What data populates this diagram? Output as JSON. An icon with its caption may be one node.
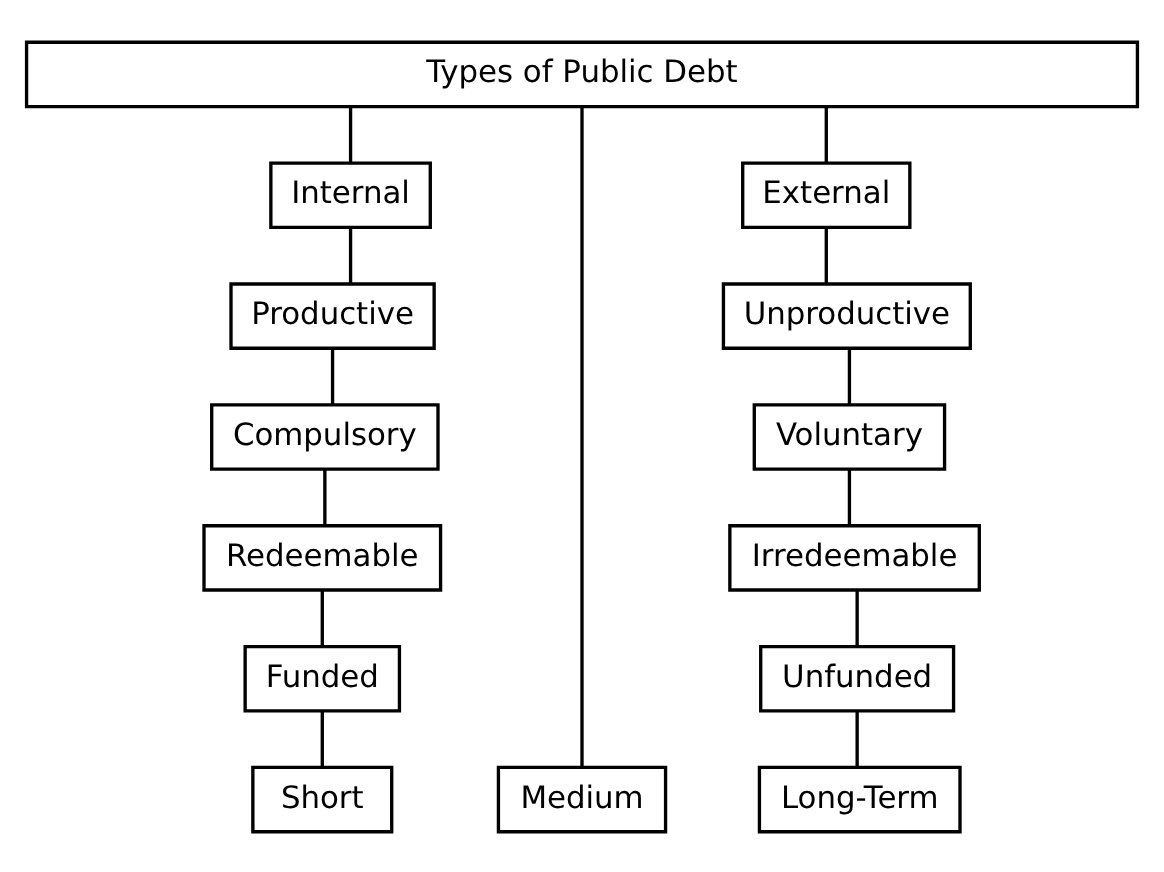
{
  "diagram": {
    "nodes": [
      {
        "text": [
          "Types of Public Debt"
        ]
      },
      {
        "text": [
          "Internal"
        ]
      },
      {
        "text": [
          "Productive"
        ]
      },
      {
        "text": [
          "Compulsory"
        ]
      },
      {
        "text": [
          "Redeemable"
        ]
      },
      {
        "text": [
          "Funded"
        ]
      },
      {
        "text": [
          "Short"
        ]
      },
      {
        "text": [
          "Medium"
        ]
      },
      {
        "text": [
          "External"
        ]
      },
      {
        "text": [
          "Unproductive"
        ]
      },
      {
        "text": [
          "Voluntary"
        ]
      },
      {
        "text": [
          "Irredeemable"
        ]
      },
      {
        "text": [
          "Unfunded"
        ]
      },
      {
        "text": [
          "Long-Term"
        ]
      }
    ],
    "edges": [
      {
        "from": 0,
        "to": 1,
        "arrow": "none"
      },
      {
        "from": 1,
        "to": 2,
        "arrow": "none"
      },
      {
        "from": 2,
        "to": 3,
        "arrow": "none"
      },
      {
        "from": 3,
        "to": 4,
        "arrow": "none"
      },
      {
        "from": 4,
        "to": 5,
        "arrow": "none"
      },
      {
        "from": 5,
        "to": 6,
        "arrow": "none"
      },
      {
        "from": 0,
        "to": 7,
        "arrow": "none"
      },
      {
        "from": 0,
        "to": 8,
        "arrow": "none"
      },
      {
        "from": 8,
        "to": 9,
        "arrow": "none"
      },
      {
        "from": 9,
        "to": 10,
        "arrow": "none"
      },
      {
        "from": 10,
        "to": 11,
        "arrow": "none"
      },
      {
        "from": 11,
        "to": 12,
        "arrow": "none"
      },
      {
        "from": 12,
        "to": 13,
        "arrow": "none"
      }
    ]
  }
}
